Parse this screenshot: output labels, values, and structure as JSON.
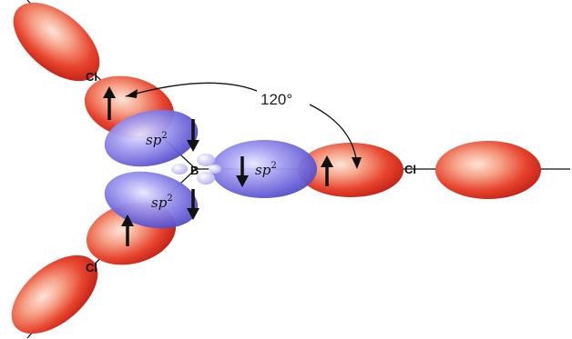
{
  "atoms": {
    "center": "B",
    "ligand_1": "Cl",
    "ligand_2": "Cl",
    "ligand_3": "Cl"
  },
  "orbital_labels": {
    "upper": "sp",
    "right": "sp",
    "lower": "sp",
    "superscript": "2"
  },
  "angle_label": "120°",
  "colors": {
    "chlorine_orbital": "#e8452f",
    "boron_hybrid_orbital": "#6a63d8",
    "arrow": "#111111"
  }
}
